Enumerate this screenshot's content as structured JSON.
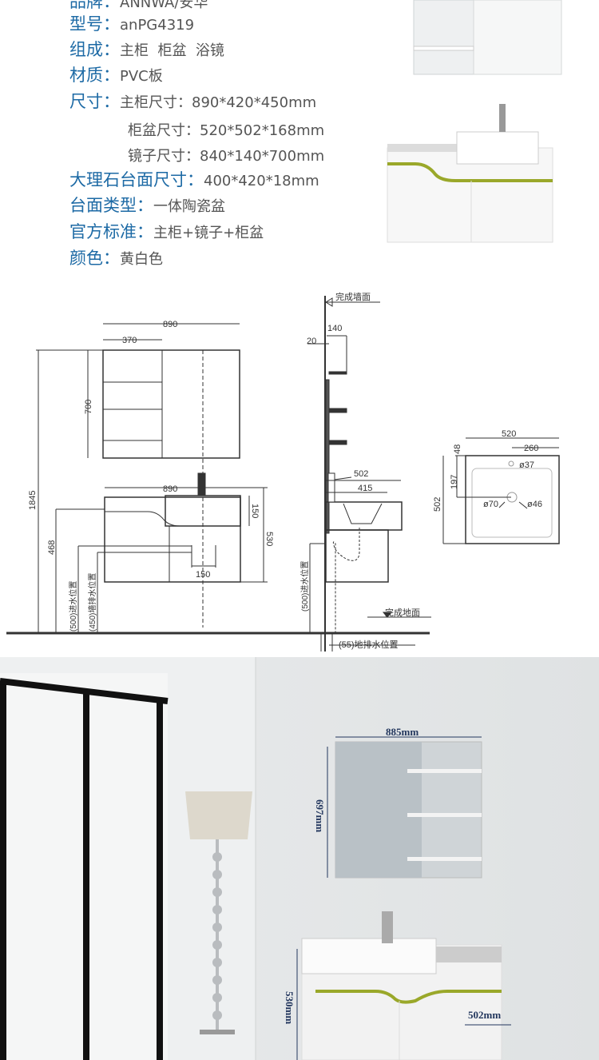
{
  "specs": [
    {
      "label": "品牌：",
      "value": "ANNWA/安华"
    },
    {
      "label": "型号：",
      "value": "anPG4319"
    },
    {
      "label": "组成：",
      "value": "主柜  柜盆  浴镜"
    },
    {
      "label": "材质：",
      "value": "PVC板"
    },
    {
      "label": "尺寸：",
      "value": "主柜尺寸：890*420*450mm"
    },
    {
      "label": "",
      "value": "柜盆尺寸：520*502*168mm"
    },
    {
      "label": "",
      "value": "镜子尺寸：840*140*700mm"
    },
    {
      "label": "大理石台面尺寸：",
      "value": "400*420*18mm"
    },
    {
      "label": "台面类型：",
      "value": "一体陶瓷盆"
    },
    {
      "label": "官方标准：",
      "value": "主柜+镜子+柜盆"
    },
    {
      "label": "颜色：",
      "value": "黄白色"
    }
  ],
  "diagram": {
    "front": {
      "mirror_width": "890",
      "shelf_width": "370",
      "mirror_height": "700",
      "total_height": "1845",
      "cabinet_width": "890",
      "basin_height": "150",
      "cabinet_height": "530",
      "top_height": "468",
      "pipe_spacing": "150",
      "inlet": "(500)进水位置",
      "wall_drain": "(450)墙排水位置"
    },
    "side": {
      "wall": "完成墙面",
      "depth": "140",
      "gap": "20",
      "depth_total": "502",
      "depth_basin": "415",
      "inlet": "(500)进水位置",
      "floor": "完成地面",
      "floor_drain": "(55)地排水位置"
    },
    "top": {
      "width": "520",
      "half": "260",
      "offset": "48",
      "faucet_offset": "197",
      "depth": "502",
      "faucet_hole": "ø37",
      "drain": "ø70",
      "overflow": "ø46"
    }
  },
  "photo": {
    "mirror_width": "885mm",
    "mirror_height": "697mm",
    "cabinet_height": "530mm",
    "cabinet_depth": "502mm"
  },
  "colors": {
    "label": "#1d6aa5",
    "value": "#555555",
    "accent_stripe": "#9aa82a",
    "dim_label": "#23375e"
  }
}
